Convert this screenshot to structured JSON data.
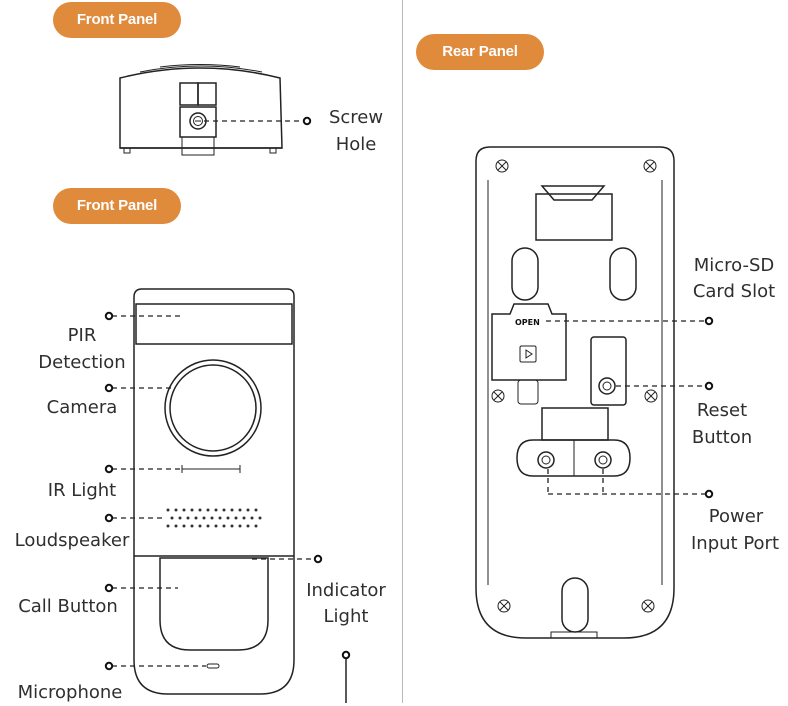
{
  "panels": {
    "front_top_title": "Front Panel",
    "front_main_title": "Front Panel",
    "rear_title": "Rear Panel"
  },
  "labels": {
    "screw_hole_1": "Screw",
    "screw_hole_2": "Hole",
    "pir_1": "PIR",
    "pir_2": "Detection",
    "camera": "Camera",
    "ir_light": "IR Light",
    "loudspeaker": "Loudspeaker",
    "call_button": "Call Button",
    "microphone": "Microphone",
    "indicator_1": "Indicator",
    "indicator_2": "Light",
    "micro_sd_1": "Micro-SD",
    "micro_sd_2": "Card Slot",
    "reset_1": "Reset",
    "reset_2": "Button",
    "power_1": "Power",
    "power_2": "Input Port",
    "open_mark": "OPEN"
  },
  "colors": {
    "accent": "#e08a3c",
    "line": "#222222",
    "divider": "#b8b8b8"
  }
}
